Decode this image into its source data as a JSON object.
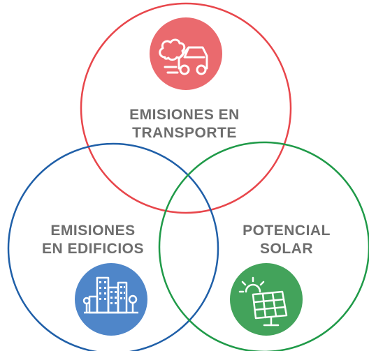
{
  "diagram": {
    "type": "venn-3",
    "sets": [
      {
        "id": "transport",
        "lines": [
          "EMISIONES EN",
          "TRANSPORTE"
        ],
        "icon": "car-exhaust-icon",
        "color": "#e8464b",
        "icon_bg": "#ea6a6e"
      },
      {
        "id": "buildings",
        "lines": [
          "EMISIONES",
          "EN EDIFICIOS"
        ],
        "icon": "city-buildings-icon",
        "color": "#1f5fa8",
        "icon_bg": "#4f86c9"
      },
      {
        "id": "solar",
        "lines": [
          "POTENCIAL",
          "SOLAR"
        ],
        "icon": "solar-panel-icon",
        "color": "#1f9a48",
        "icon_bg": "#43a35b"
      }
    ],
    "label_color": "#6d6d6d"
  }
}
